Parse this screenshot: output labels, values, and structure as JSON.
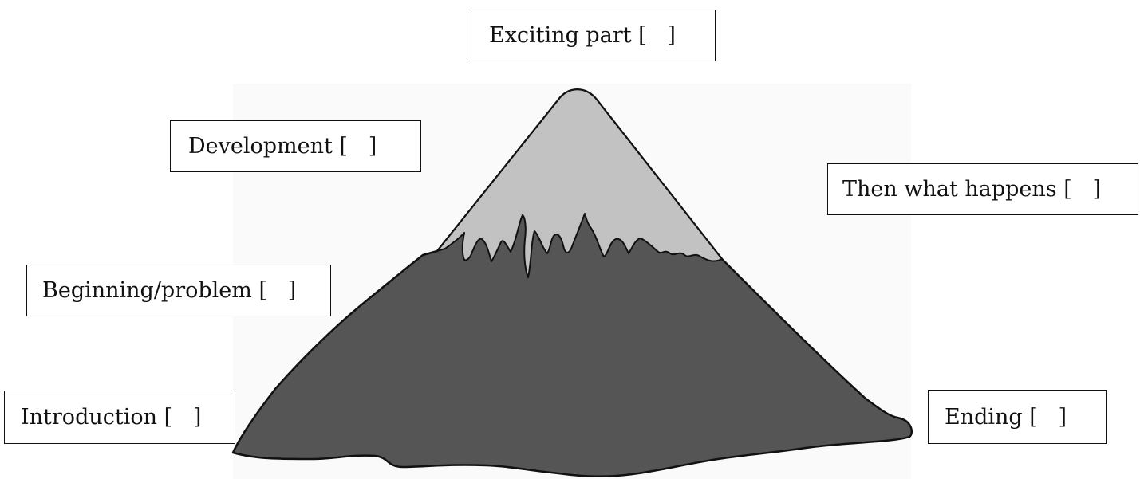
{
  "diagram": {
    "labels": {
      "exciting_part": "Exciting part [   ]",
      "development": "Development [   ]",
      "then_what_happens": "Then what happens [   ]",
      "beginning_problem": "Beginning/problem [   ]",
      "introduction": "Introduction [   ]",
      "ending": "Ending [   ]"
    },
    "colors": {
      "mountain_body": "#555555",
      "snow_cap": "#c2c2c2",
      "outline": "#111111",
      "box_border": "#111111"
    },
    "icons": {
      "mountain": "mountain-illustration"
    }
  }
}
